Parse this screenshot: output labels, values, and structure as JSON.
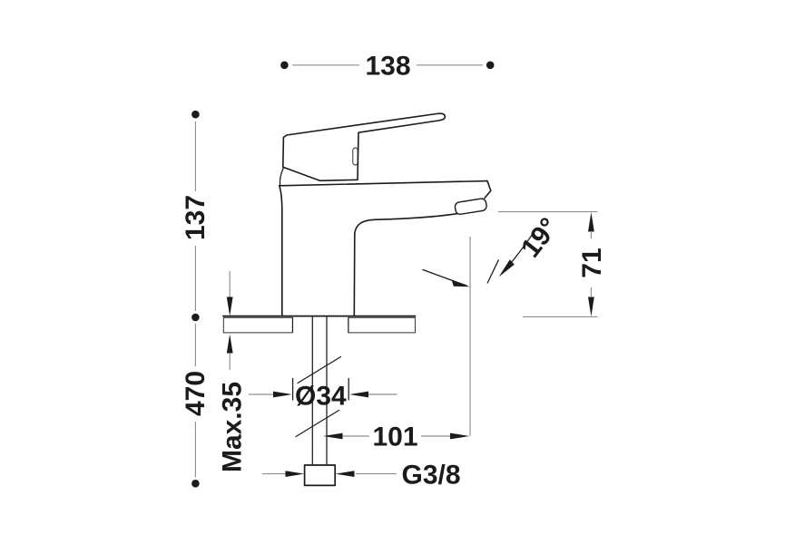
{
  "colors": {
    "outline": "#1b1b1b",
    "dimension": "#8f8f8f"
  },
  "labels": {
    "overall_width": "138",
    "height_above_deck": "137",
    "supply_hose_length": "470",
    "max_deck_thickness": "Max.35",
    "shank_diameter": "Ø34",
    "spout_reach": "101",
    "connection_thread": "G3/8",
    "outlet_height": "71",
    "stream_angle": "19°"
  }
}
